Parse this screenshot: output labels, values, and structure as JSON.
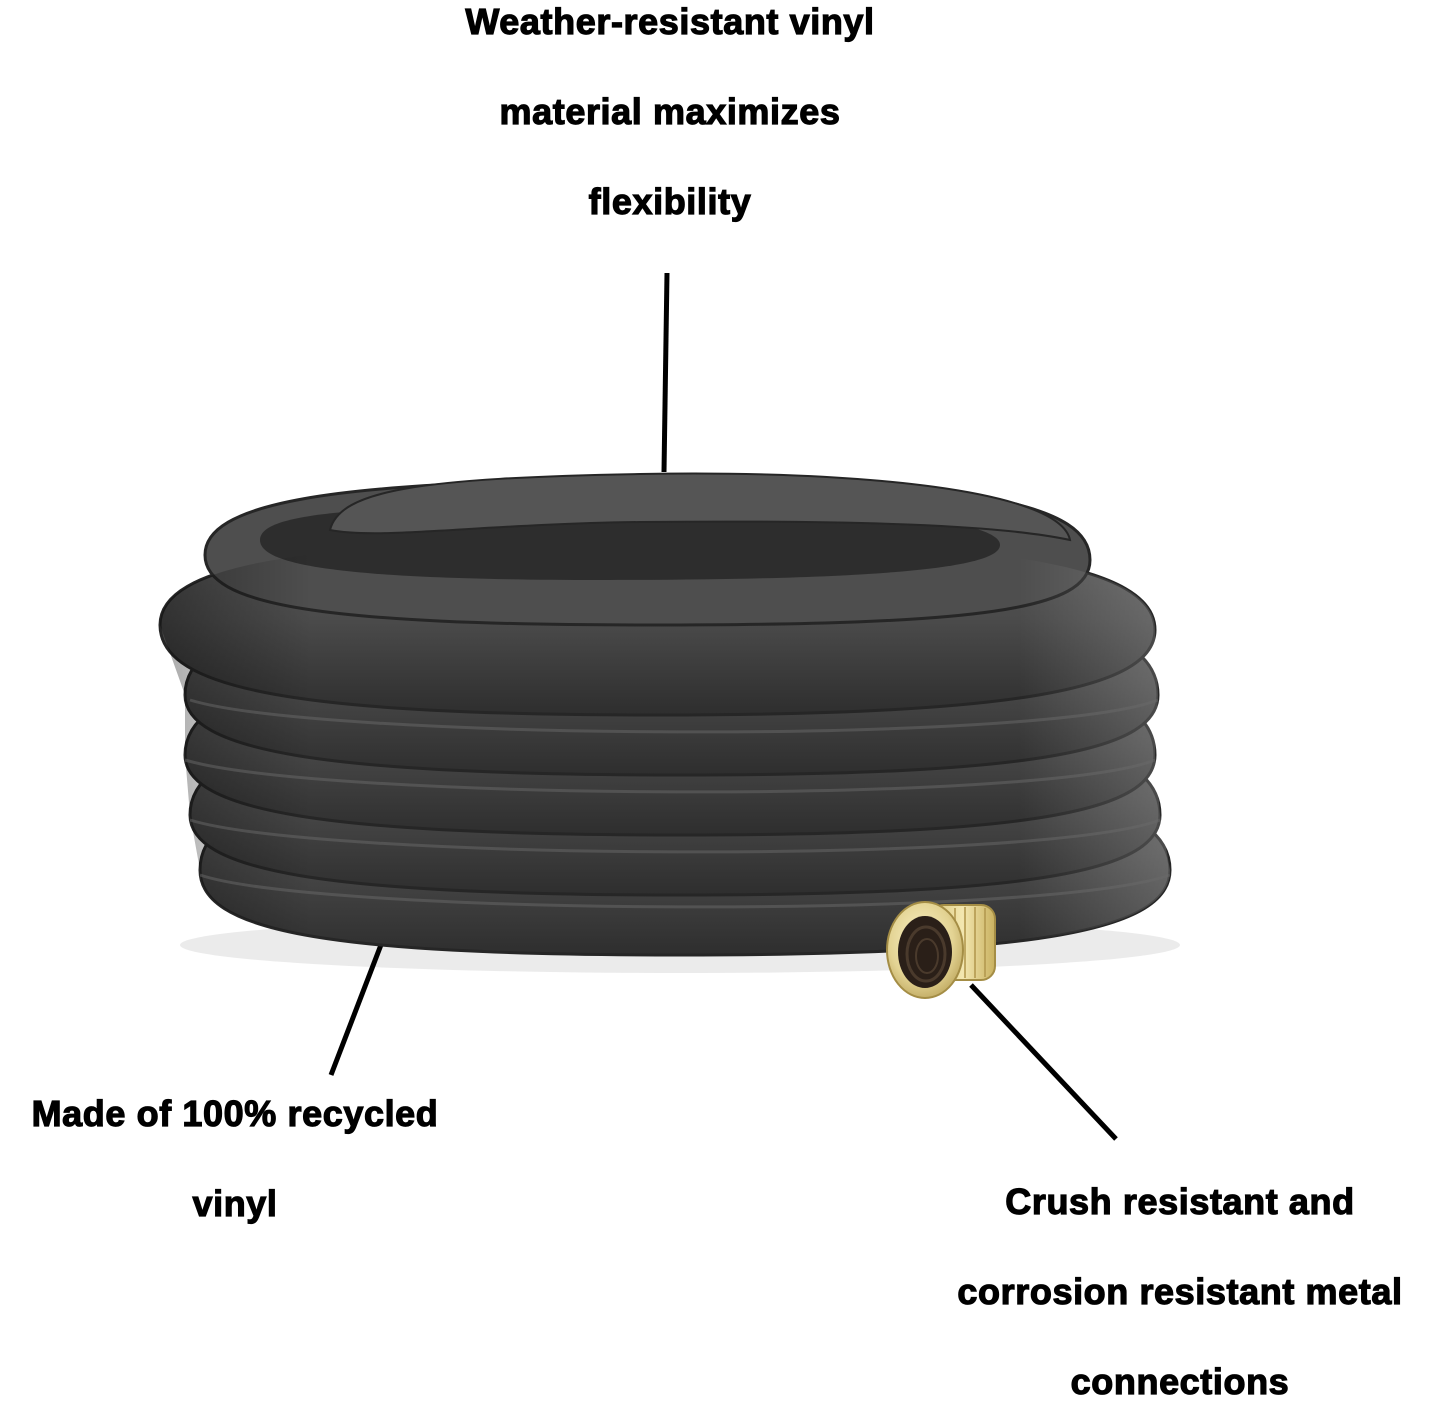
{
  "product": {
    "name": "coiled garden hose",
    "colors": {
      "hose_dark": "#3a3a3a",
      "hose_mid": "#4a4a4a",
      "hose_light": "#5c5c5c",
      "brass": "#e6d9a0",
      "brass_shadow": "#b8a35a",
      "leader_line": "#000000",
      "background": "#ffffff"
    }
  },
  "callouts": {
    "top": {
      "lines": [
        "Weather-resistant vinyl",
        "material maximizes",
        "flexibility"
      ]
    },
    "left": {
      "lines": [
        "Made of 100% recycled",
        "vinyl"
      ]
    },
    "right": {
      "lines": [
        "Crush resistant and",
        "corrosion resistant metal",
        "connections"
      ]
    }
  }
}
